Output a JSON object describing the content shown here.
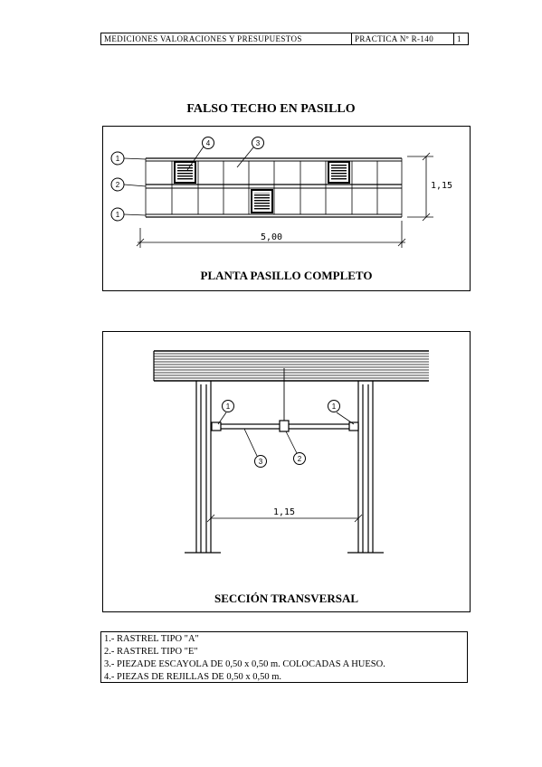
{
  "header": {
    "subject": "MEDICIONES VALORACIONES Y PRESUPUESTOS",
    "practice": "PRACTICA  Nº R-140",
    "page": "1"
  },
  "title": "FALSO TECHO EN PASILLO",
  "plan": {
    "caption": "PLANTA PASILLO COMPLETO",
    "width_label": "5,00",
    "depth_label": "1,15",
    "markers": [
      "1",
      "2",
      "1"
    ],
    "callouts": [
      "4",
      "3"
    ]
  },
  "section": {
    "caption": "SECCIÓN TRANSVERSAL",
    "span_label": "1,15",
    "markers": [
      "1",
      "1",
      "2",
      "3"
    ]
  },
  "legend": [
    "1.- RASTREL TIPO \"A\"",
    "2.- RASTREL TIPO \"E\"",
    "3.- PIEZADE ESCAYOLA DE 0,50 x 0,50 m. COLOCADAS A HUESO.",
    "4.- PIEZAS DE REJILLAS DE 0,50 x 0,50 m."
  ]
}
